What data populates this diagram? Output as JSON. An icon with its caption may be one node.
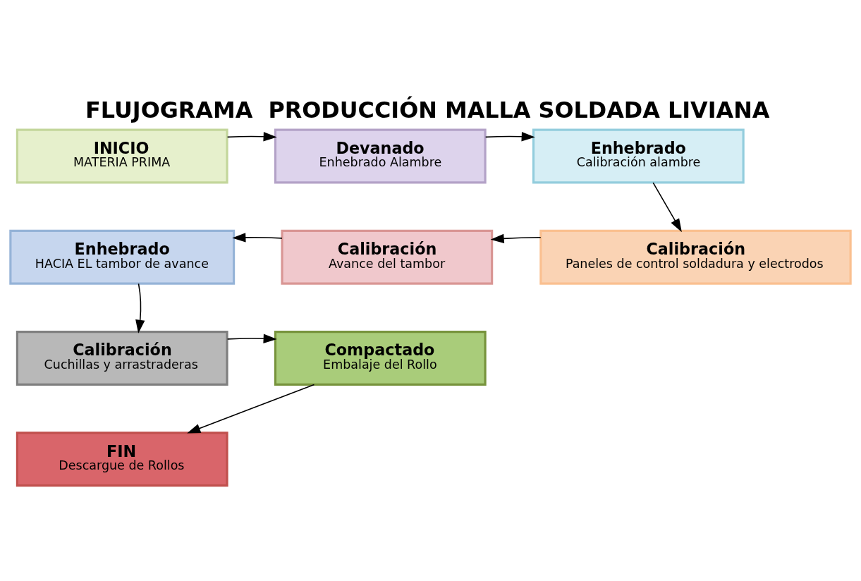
{
  "diagram": {
    "title": "FLUJOGRAMA  PRODUCCIÓN MALLA SOLDADA LIVIANA",
    "nodes": [
      {
        "text": [
          "INICIO",
          "MATERIA PRIMA"
        ]
      },
      {
        "text": [
          "Devanado",
          "Enhebrado Alambre"
        ]
      },
      {
        "text": [
          "Enhebrado",
          "Calibración alambre"
        ]
      },
      {
        "text": [
          "Enhebrado",
          "HACIA EL tambor de avance"
        ]
      },
      {
        "text": [
          "Calibración",
          "Avance del tambor"
        ]
      },
      {
        "text": [
          "Calibración",
          "Paneles de control soldadura y electrodos"
        ]
      },
      {
        "text": [
          "Calibración",
          "Cuchillas y arrastraderas"
        ]
      },
      {
        "text": [
          "Compactado",
          "Embalaje del Rollo"
        ]
      },
      {
        "text": [
          "FIN",
          "Descargue de Rollos"
        ]
      }
    ],
    "edges": [
      {
        "from": 0,
        "to": 1,
        "arrow": "to"
      },
      {
        "from": 1,
        "to": 2,
        "arrow": "to"
      },
      {
        "from": 2,
        "to": 5,
        "arrow": "to"
      },
      {
        "from": 5,
        "to": 4,
        "arrow": "to"
      },
      {
        "from": 4,
        "to": 3,
        "arrow": "to"
      },
      {
        "from": 3,
        "to": 6,
        "arrow": "to"
      },
      {
        "from": 6,
        "to": 7,
        "arrow": "to"
      },
      {
        "from": 7,
        "to": 8,
        "arrow": "to"
      }
    ]
  }
}
